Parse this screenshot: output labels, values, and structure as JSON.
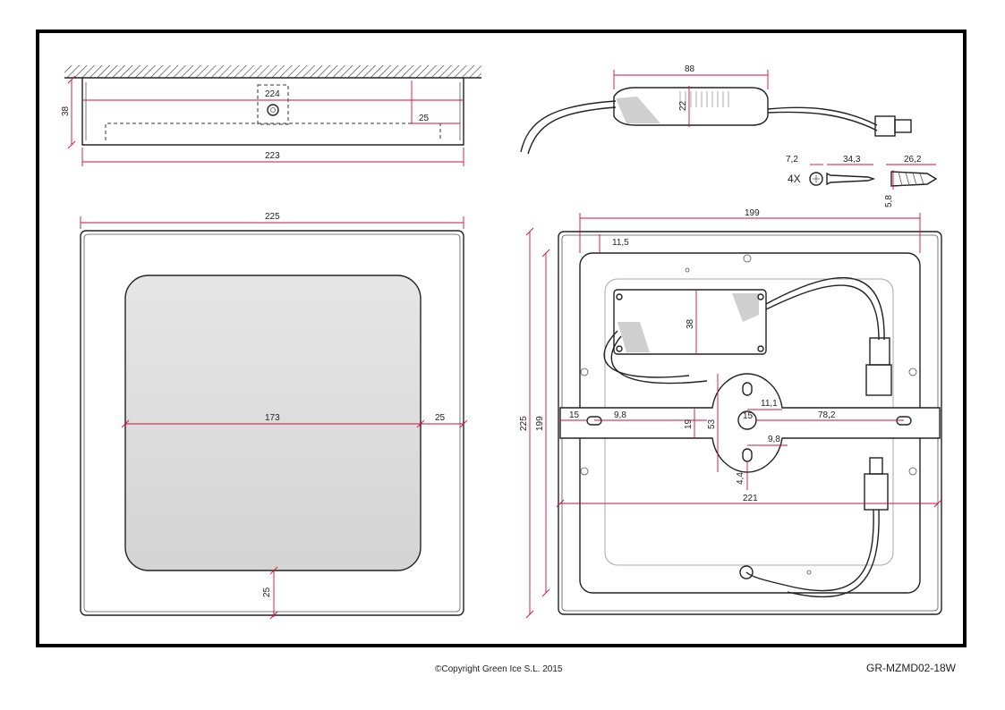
{
  "footer": {
    "copyright": "©Copyright Green Ice S.L. 2015",
    "model_code": "GR-MZMD02-18W"
  },
  "side_view": {
    "dims": {
      "depth": "38",
      "top_inner": "224",
      "inner_right": "25",
      "bottom_width": "223"
    }
  },
  "driver_view": {
    "dims": {
      "length": "88",
      "height": "22"
    }
  },
  "screws": {
    "qty": "4X",
    "dims": {
      "head": "7,2",
      "screw_len": "34,3",
      "plug_len": "26,2",
      "plug_dia": "5,8"
    }
  },
  "front_view": {
    "dims": {
      "outer": "225",
      "inner": "173",
      "border_right": "25",
      "border_bottom": "25"
    }
  },
  "back_view": {
    "dims": {
      "width_199": "199",
      "offset": "11,5",
      "height_225": "225",
      "height_199": "199",
      "driver_height": "38",
      "slot_15_left": "15",
      "slot_98_left": "9,8",
      "bracket_19": "19",
      "plate_53": "53",
      "hole_111": "11,1",
      "hole_15": "15",
      "slot_782": "78,2",
      "slot_98_bottom": "9,8",
      "slot_44": "4,4",
      "width_221": "221"
    }
  }
}
